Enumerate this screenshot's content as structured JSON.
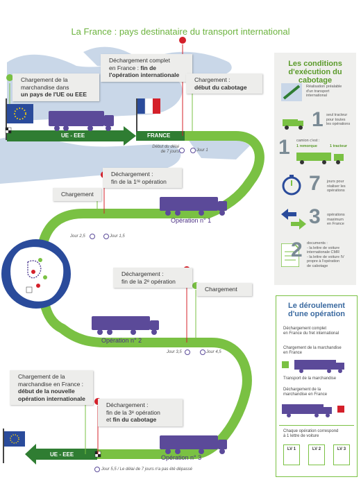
{
  "title": "La France : pays destinataire du transport international",
  "callouts": {
    "c1": {
      "line1": "Chargement de la",
      "line2": "marchandise dans",
      "line3": "un pays de l'UE ou EEE"
    },
    "c2": {
      "line1": "Déchargement complet",
      "line2": "en France : ",
      "line2b": "fin de",
      "line3": "l'opération internationale"
    },
    "c3": {
      "line1": "Chargement :",
      "line2": "début du cabotage"
    },
    "c4": {
      "line1": "Déchargement :",
      "line2": "fin de la 1ʳᵉ opération"
    },
    "c5": {
      "text": "Chargement"
    },
    "c6": {
      "line1": "Déchargement :",
      "line2": "fin de la 2ᵉ opération"
    },
    "c7": {
      "text": "Chargement"
    },
    "c8": {
      "line1": "Chargement de la",
      "line2": "marchandise en France :",
      "line3": "début de la nouvelle",
      "line4": "opération internationale"
    },
    "c9": {
      "line1": "Déchargement :",
      "line2": "fin de la 3ᵉ opération",
      "line3a": "et ",
      "line3b": "fin du cabotage"
    }
  },
  "road": {
    "ue_eee_top": "UE - EEE",
    "france": "FRANCE",
    "ue_eee_bottom": "UE - EEE",
    "op1": "Opération n° 1",
    "op2": "Opération n° 2",
    "op3": "Opération n° 3"
  },
  "days": {
    "d0a": "Début du délai",
    "d0b": "de 7 jours",
    "d1": "Jour 1",
    "d25": "Jour 2,5",
    "d15": "Jour 1,5",
    "d35": "Jour 3,5",
    "d45": "Jour 4,5",
    "d55": "Jour 5,5 / Le délai de 7 jours n'a pas été dépassé"
  },
  "conditions": {
    "title1": "Les conditions",
    "title2": "d'exécution du cabotage",
    "r1": [
      "Réalisation préalable",
      "d'un transport",
      "international"
    ],
    "r2_num": "1",
    "r2": [
      "seul tracteur",
      "pour toutes",
      "les opérations"
    ],
    "r3_num": "1",
    "r3_head": "camion c'est :",
    "r3_a": "1 remorque",
    "r3_b": "1 tracteur",
    "r4_num": "7",
    "r4": [
      "jours pour",
      "réaliser les",
      "opérations"
    ],
    "r5_num": "3",
    "r5": [
      "opérations",
      "maximum",
      "en France"
    ],
    "r6_num": "2",
    "r6": [
      "documents :",
      "- la lettre de voiture",
      "internationale CMR",
      "- la lettre de voiture IV",
      "propre à l'opération",
      "de cabotage"
    ]
  },
  "deroulement": {
    "title1": "Le déroulement",
    "title2": "d'une opération",
    "s1": [
      "Déchargement complet",
      "en France du fret international"
    ],
    "s2": [
      "Chargement de la marchandise",
      "en France"
    ],
    "s3": [
      "Transport de la marchandise"
    ],
    "s4": [
      "Déchargement de la",
      "marchandise en France"
    ],
    "s5": [
      "Chaque opération correspond",
      "à 1 lettre de voiture"
    ],
    "lv": [
      "LV 1",
      "LV 2",
      "LV 3"
    ]
  },
  "colors": {
    "green": "#7ac143",
    "dark_green": "#2f7d32",
    "purple": "#5b4a99",
    "map_blue": "#c9d7e8",
    "pin_red": "#d4202a",
    "pin_green": "#7ac143"
  }
}
